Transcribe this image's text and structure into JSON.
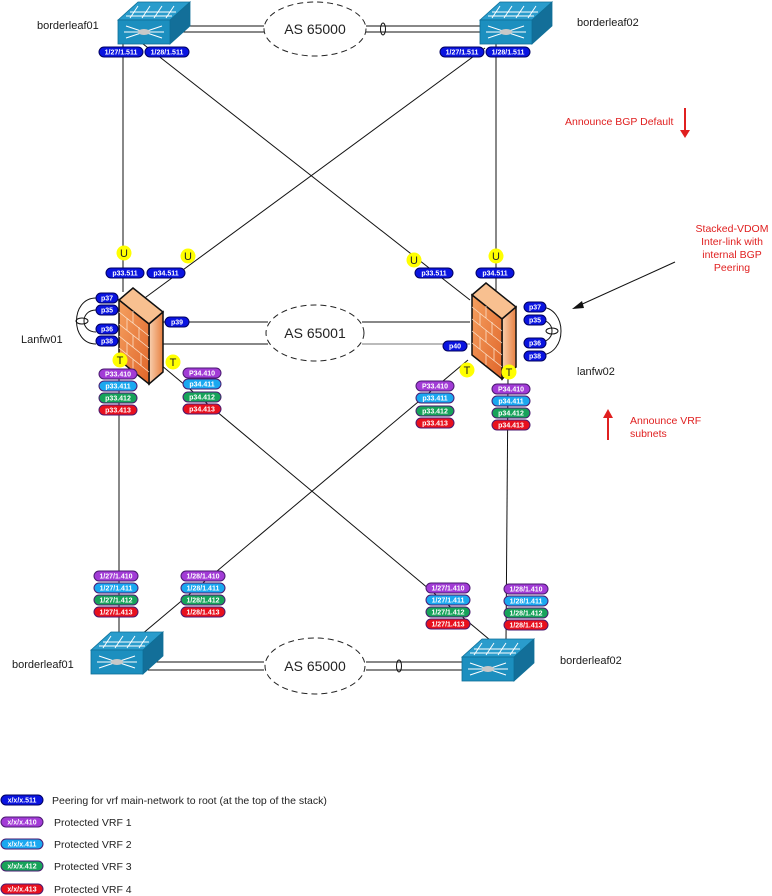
{
  "title": "Stacked-VDOM BGP peering topology",
  "colors": {
    "vrf_main": "#0a14e0",
    "vrf1": "#a23bd6",
    "vrf2": "#1aa8f0",
    "vrf3": "#17a35a",
    "vrf4": "#e8101e",
    "annotation": "#e02020",
    "switch": "#1c8fbf",
    "firewall": "#f08040",
    "marker": "#ffff00"
  },
  "nodes": {
    "borderleaf01_top": "borderleaf01",
    "borderleaf02_top": "borderleaf02",
    "lanfw01": "Lanfw01",
    "lanfw02": "lanfw02",
    "borderleaf01_bottom": "borderleaf01",
    "borderleaf02_bottom": "borderleaf02"
  },
  "as_clouds": {
    "top": "AS 65000",
    "middle": "AS 65001",
    "bottom": "AS 65000"
  },
  "annotations": {
    "bgp_default": "Announce BGP Default",
    "stacked_vdom": [
      "Stacked-VDOM",
      "Inter-link with",
      "internal BGP",
      "Peering"
    ],
    "vrf_subnets": [
      "Announce VRF",
      "subnets"
    ]
  },
  "markers": {
    "untagged": "U",
    "tagged": "T"
  },
  "top_ports": {
    "bl01": [
      "1/27/1.511",
      "1/28/1.511"
    ],
    "bl02": [
      "1/27/1.511",
      "1/28/1.511"
    ]
  },
  "fw01": {
    "uplinks": [
      "p33.511",
      "p34.511"
    ],
    "side": [
      "p37",
      "p35",
      "p36",
      "p38"
    ],
    "interlink": "p39",
    "vrf_p33": [
      "P33.410",
      "p33.411",
      "p33.412",
      "p33.413"
    ],
    "vrf_p34": [
      "P34.410",
      "p34.411",
      "p34.412",
      "p34.413"
    ]
  },
  "fw02": {
    "uplinks": [
      "p33.511",
      "p34.511"
    ],
    "side": [
      "p37",
      "p35",
      "p36",
      "p38"
    ],
    "interlink": "p40",
    "vrf_p33": [
      "P33.410",
      "p33.411",
      "p33.412",
      "p33.413"
    ],
    "vrf_p34": [
      "P34.410",
      "p34.411",
      "p34.412",
      "p34.413"
    ]
  },
  "bottom_ports": {
    "bl01_a": [
      "1/27/1.410",
      "1/27/1.411",
      "1/27/1.412",
      "1/27/1.413"
    ],
    "bl01_b": [
      "1/28/1.410",
      "1/28/1.411",
      "1/28/1.412",
      "1/28/1.413"
    ],
    "bl02_a": [
      "1/27/1.410",
      "1/27/1.411",
      "1/27/1.412",
      "1/27/1.413"
    ],
    "bl02_b": [
      "1/28/1.410",
      "1/28/1.411",
      "1/28/1.412",
      "1/28/1.413"
    ]
  },
  "legend": [
    {
      "tag": "x/x/x.511",
      "text": "Peering for vrf main-network to root (at the top of the stack)",
      "color": "vrf_main"
    },
    {
      "tag": "x/x/x.410",
      "text": "Protected VRF 1",
      "color": "vrf1"
    },
    {
      "tag": "x/x/x.411",
      "text": "Protected VRF 2",
      "color": "vrf2"
    },
    {
      "tag": "x/x/x.412",
      "text": "Protected VRF 3",
      "color": "vrf3"
    },
    {
      "tag": "x/x/x.413",
      "text": "Protected VRF 4",
      "color": "vrf4"
    }
  ]
}
